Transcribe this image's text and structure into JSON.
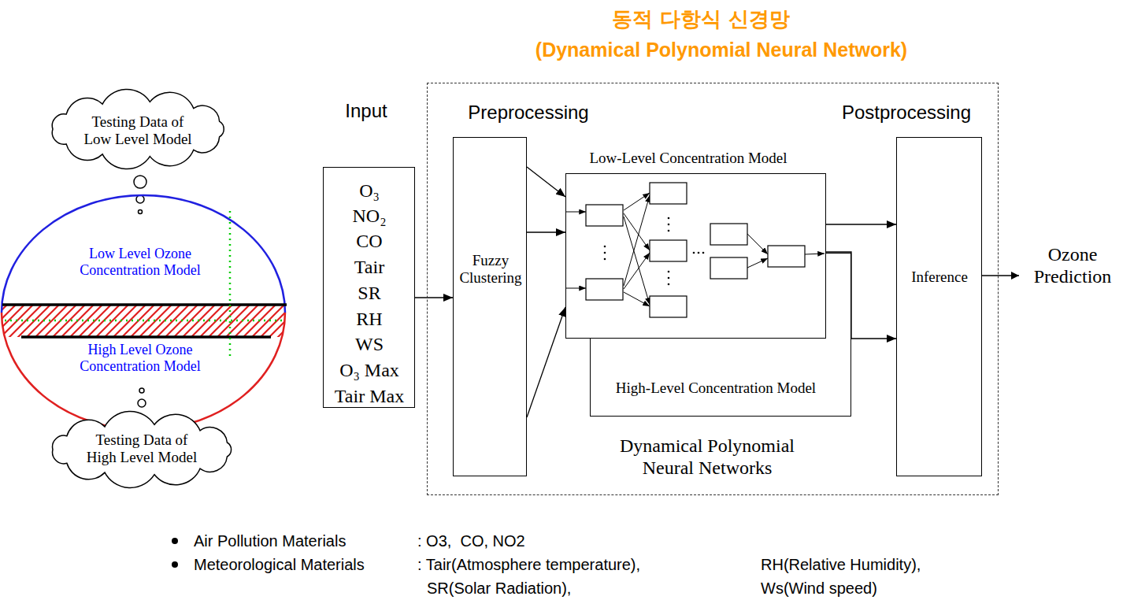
{
  "diagram": {
    "title": "동적 다항식 신경망",
    "nodes": [
      {
        "text": [
          "Testing Data of Low Level Model"
        ]
      },
      {
        "text": [
          "Low Level Ozone Concentration Model",
          "High Level Ozone Concentration Model"
        ]
      },
      {
        "text": [
          "Testing Data of High Level Model"
        ]
      },
      {
        "text": [
          "Input",
          "O₃",
          "NO₂",
          "CO",
          "Tair",
          "SR",
          "RH",
          "WS",
          "O₃ Max",
          "Tair Max"
        ]
      },
      {
        "text": [
          "Preprocessing",
          "Postprocessing",
          "Dynamical Polynomial Neural Networks"
        ]
      },
      {
        "text": [
          "Fuzzy Clustering"
        ],
        "in": 4
      },
      {
        "text": [
          "High-Level Concentration Model"
        ],
        "in": 4
      },
      {
        "text": [
          "Low-Level Concentration Model"
        ],
        "in": 4
      },
      {
        "text": [
          "Inference"
        ],
        "in": 4
      }
    ],
    "edges": [
      {
        "from": 3,
        "to": 5,
        "arrow": "to"
      },
      {
        "from": 5,
        "to": 7,
        "arrow": "to"
      },
      {
        "from": 5,
        "to": 7,
        "arrow": "to"
      },
      {
        "from": 5,
        "to": 7,
        "arrow": "to"
      },
      {
        "from": 7,
        "to": 8,
        "arrow": "to"
      },
      {
        "from": 6,
        "to": 8,
        "arrow": "to"
      }
    ],
    "labels": [
      "(Dynamical Polynomial Neural Network)",
      "Ozone Prediction",
      "Air Pollution Materials",
      ": O3,  CO, NO2",
      "Meteorological Materials",
      ": Tair(Atmosphere temperature),",
      "RH(Relative Humidity),",
      "SR(Solar Radiation),",
      "Ws(Wind speed)"
    ]
  }
}
